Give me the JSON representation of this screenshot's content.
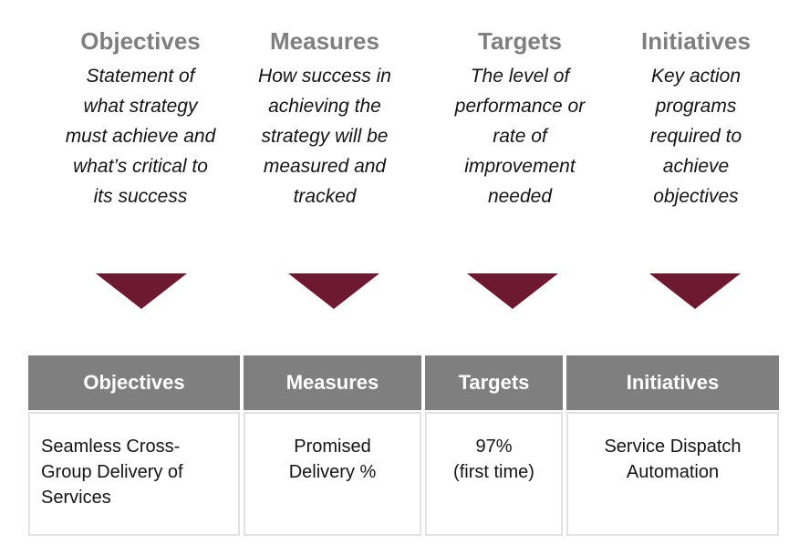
{
  "colors": {
    "accent_maroon": "#6d1a30",
    "table_header_gray": "#7f7f7f",
    "heading_text_gray": "#7f7f7f",
    "cell_border_gray": "#e2e2e2",
    "body_text": "#141414"
  },
  "columns": [
    {
      "heading": "Objectives",
      "description": "Statement of\nwhat strategy\nmust achieve and\nwhat’s critical to\nits success"
    },
    {
      "heading": "Measures",
      "description": "How success in\nachieving the\nstrategy will be\nmeasured and\ntracked"
    },
    {
      "heading": "Targets",
      "description": "The level of\nperformance or\nrate of\nimprovement\nneeded"
    },
    {
      "heading": "Initiatives",
      "description": "Key action\nprograms\nrequired to\nachieve\nobjectives"
    }
  ],
  "table": {
    "headers": [
      "Objectives",
      "Measures",
      "Targets",
      "Initiatives"
    ],
    "row": {
      "objective": "Seamless Cross-\nGroup Delivery of\nServices",
      "measure": "Promised\nDelivery %",
      "target": "97%\n(first time)",
      "initiative": "Service Dispatch\nAutomation"
    }
  }
}
